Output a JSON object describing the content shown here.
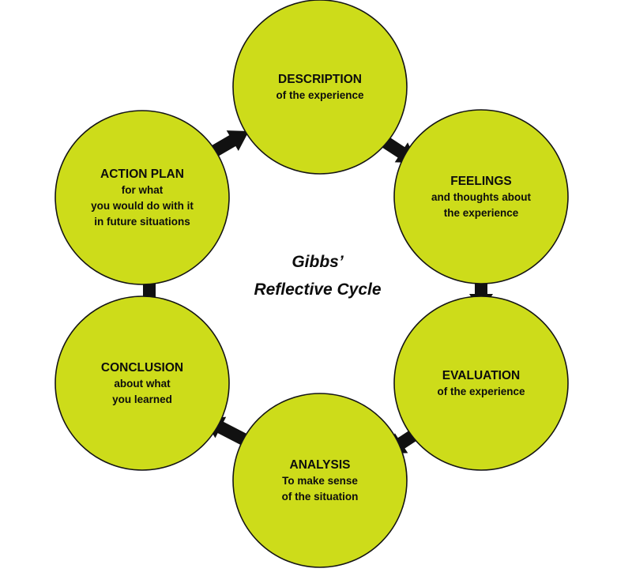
{
  "diagram": {
    "center_title": [
      "Gibbs’",
      "Reflective Cycle"
    ],
    "colors": {
      "circle_fill": "#cddc1a",
      "circle_stroke": "#141414",
      "arrow": "#111111",
      "text": "#0d0d0d",
      "background": "#ffffff"
    },
    "stages": [
      {
        "title": "DESCRIPTION",
        "lines": [
          "of the experience"
        ]
      },
      {
        "title": "FEELINGS",
        "lines": [
          "and thoughts about",
          "the experience"
        ]
      },
      {
        "title": "EVALUATION",
        "lines": [
          "of the experience"
        ]
      },
      {
        "title": "ANALYSIS",
        "lines": [
          "To make sense",
          "of the situation"
        ]
      },
      {
        "title": "CONCLUSION",
        "lines": [
          "about what",
          "you learned"
        ]
      },
      {
        "title": "ACTION PLAN",
        "lines": [
          "for what",
          "you would do with it",
          "in future situations"
        ]
      }
    ],
    "arrow_direction": "clockwise"
  }
}
